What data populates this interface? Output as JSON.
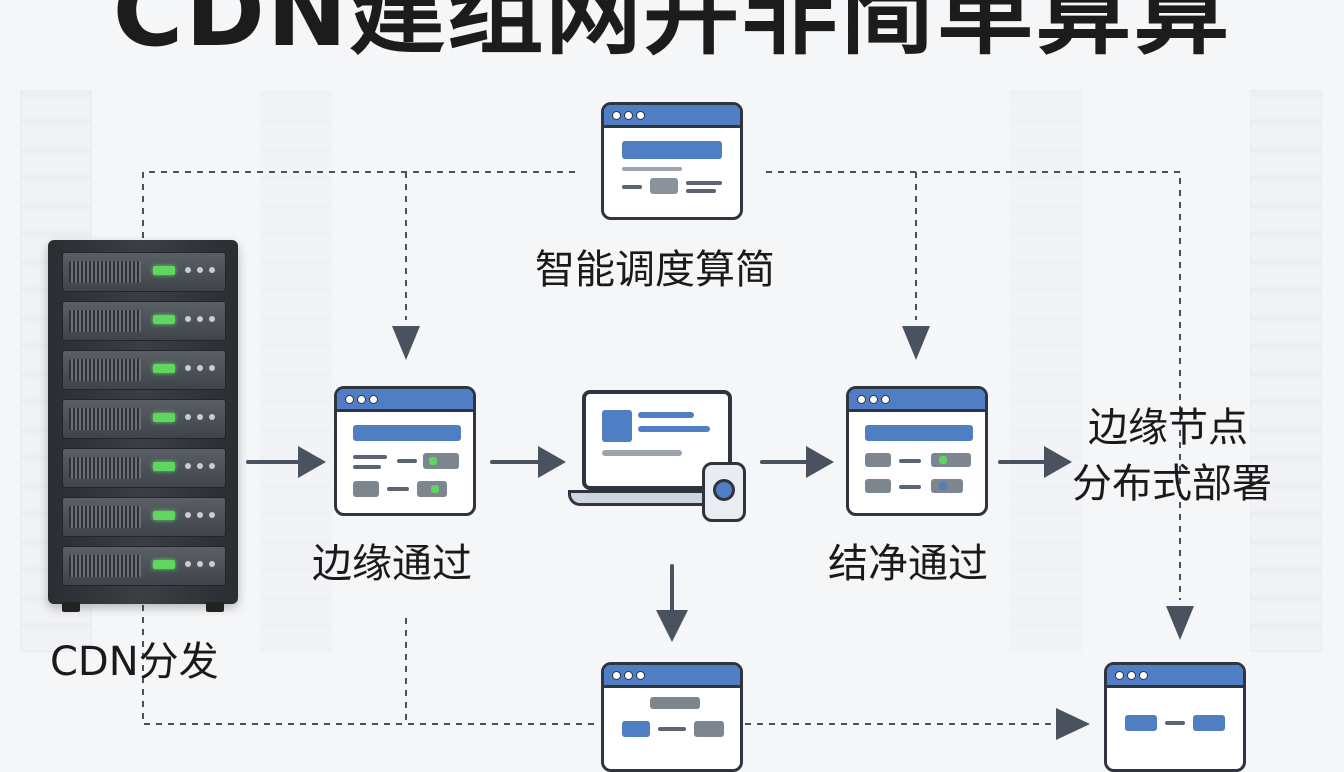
{
  "title": "CDN建组网并非简单算算",
  "labels": {
    "cdn_distribution": "CDN分发",
    "smart_scheduling": "智能调度算简",
    "edge_pass": "边缘通过",
    "clean_pass": "结净通过",
    "edge_nodes_line1": "边缘节点",
    "edge_nodes_line2": "分布式部署"
  },
  "colors": {
    "accent_blue": "#4f7ec4",
    "frame_dark": "#2f3440",
    "led_green": "#5fd65f",
    "arrow_gray": "#4a5260"
  },
  "icons": [
    "server-rack-icon",
    "browser-window-icon",
    "laptop-icon",
    "security-camera-icon",
    "arrow-right-icon",
    "arrow-down-icon"
  ]
}
